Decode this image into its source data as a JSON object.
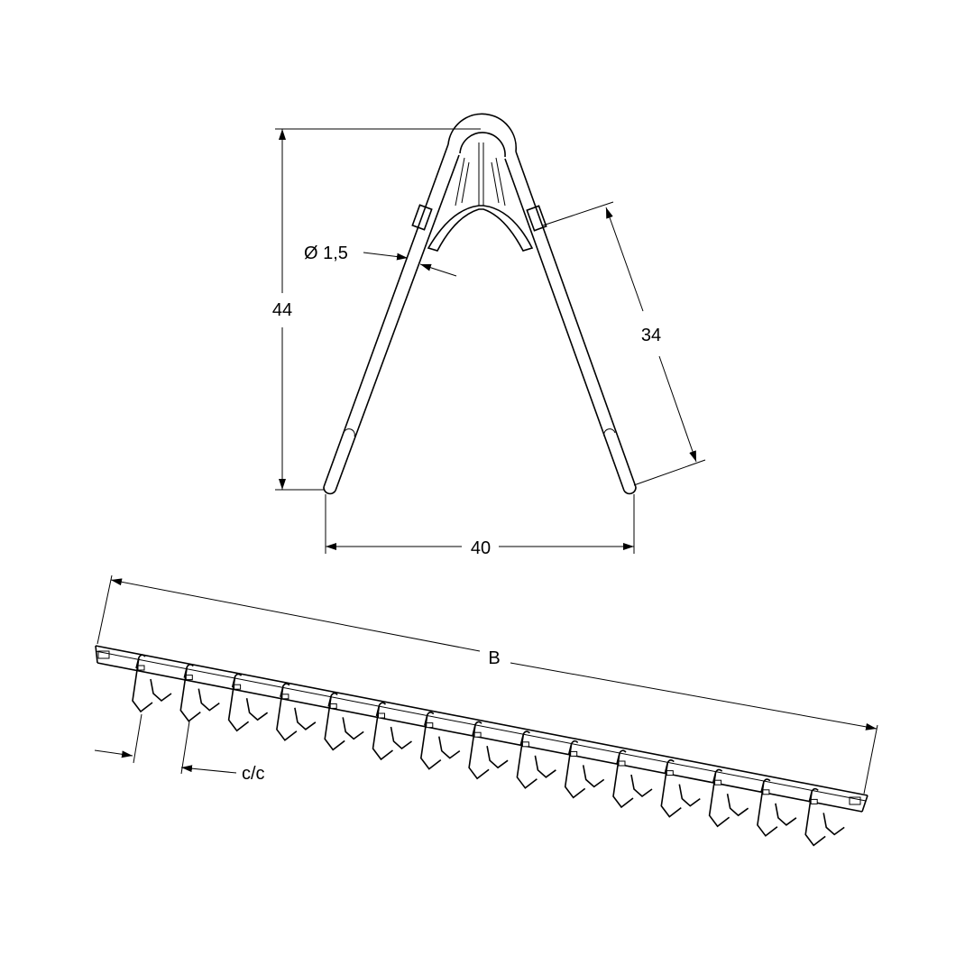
{
  "drawing": {
    "dimensions": {
      "height": "44",
      "leg_length": "34",
      "width": "40",
      "wire_diameter": "Ø 1,5",
      "rail_length": "B",
      "spacing": "c/c"
    },
    "hook_count": 15,
    "line_color": "#000000"
  }
}
